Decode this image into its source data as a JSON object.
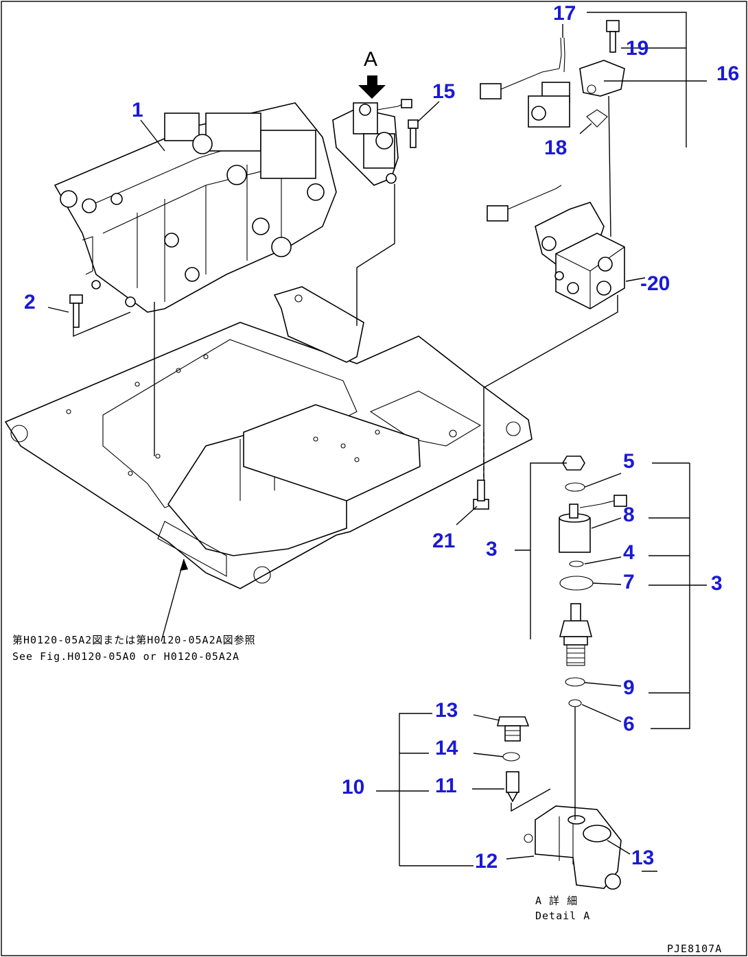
{
  "view_label": "A",
  "callouts": {
    "c1": "1",
    "c2": "2",
    "c3a": "3",
    "c3b": "3",
    "c4": "4",
    "c5": "5",
    "c6": "6",
    "c7": "7",
    "c8": "8",
    "c9": "9",
    "c10": "10",
    "c11": "11",
    "c12": "12",
    "c13a": "13",
    "c13b": "13",
    "c14": "14",
    "c15": "15",
    "c16": "16",
    "c17": "17",
    "c18": "18",
    "c19": "19",
    "c20": "-20",
    "c21": "21"
  },
  "notes": {
    "ref_jp": "第H0120-05A2図または第H0120-05A2A図参照",
    "ref_en": "See Fig.H0120-05A0 or H0120-05A2A",
    "detail_jp": "A 詳 細",
    "detail_en": "Detail A",
    "code": "PJE8107A"
  },
  "colors": {
    "callout": "#1a1ad6",
    "line": "#000000",
    "background": "#ffffff"
  }
}
